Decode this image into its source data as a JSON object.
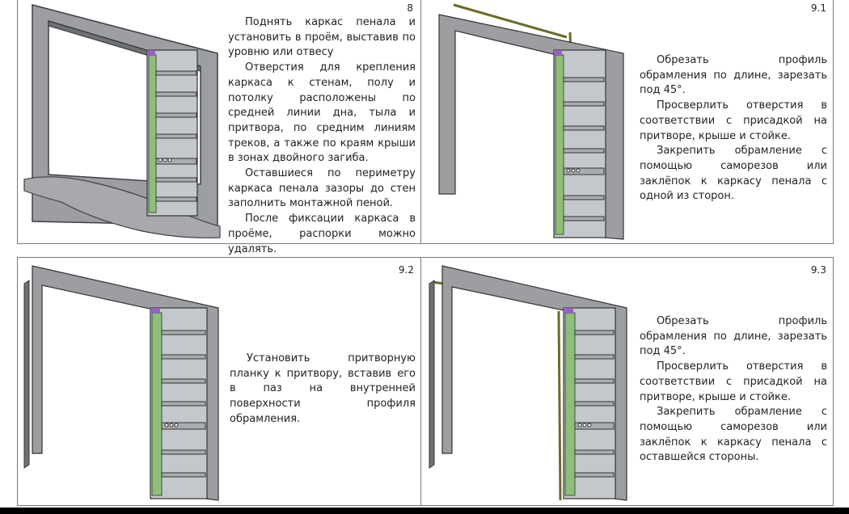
{
  "panels": [
    {
      "number": "8",
      "paragraphs": [
        "Поднять каркас пенала и установить в проём, выставив по уровню или отвесу",
        "Отверстия для крепления каркаса к стенам, полу и потолку расположены по средней линии дна, тыла и притвора, по средним линиям треков, а также по краям крыши в зонах двойного загиба.",
        "Оставшиеся по периметру каркаса пенала зазоры до стен заполнить монтажной пеной.",
        "После фиксации каркаса в проёме, распорки можно удалять."
      ]
    },
    {
      "number": "9.1",
      "paragraphs": [
        "Обрезать профиль обрамления по длине, зарезать под 45°.",
        "Просверлить отверстия в соответствии с присадкой на притворе, крыше и стойке.",
        "Закрепить обрамление с помощью саморезов или заклёпок к каркасу пенала с одной из сторон."
      ]
    },
    {
      "number": "9.2",
      "paragraphs": [
        "Установить притворную планку к притвору, вставив его в паз на внутренней поверхности профиля обрамления."
      ]
    },
    {
      "number": "9.3",
      "paragraphs": [
        "Обрезать профиль обрамления по длине, зарезать под 45°.",
        "Просверлить отверстия в соответствии с присадкой на притворе, крыше и стойке.",
        "Закрепить обрамление с помощью саморезов или заклёпок к каркасу пенала с оставшейся стороны."
      ]
    }
  ],
  "colors": {
    "frame_gray": "#8c8f93",
    "frame_dark": "#4a4c50",
    "green_profile": "#8dbf7a",
    "olive_trim": "#6b6a2a",
    "purple_mark": "#9a5ec8"
  }
}
